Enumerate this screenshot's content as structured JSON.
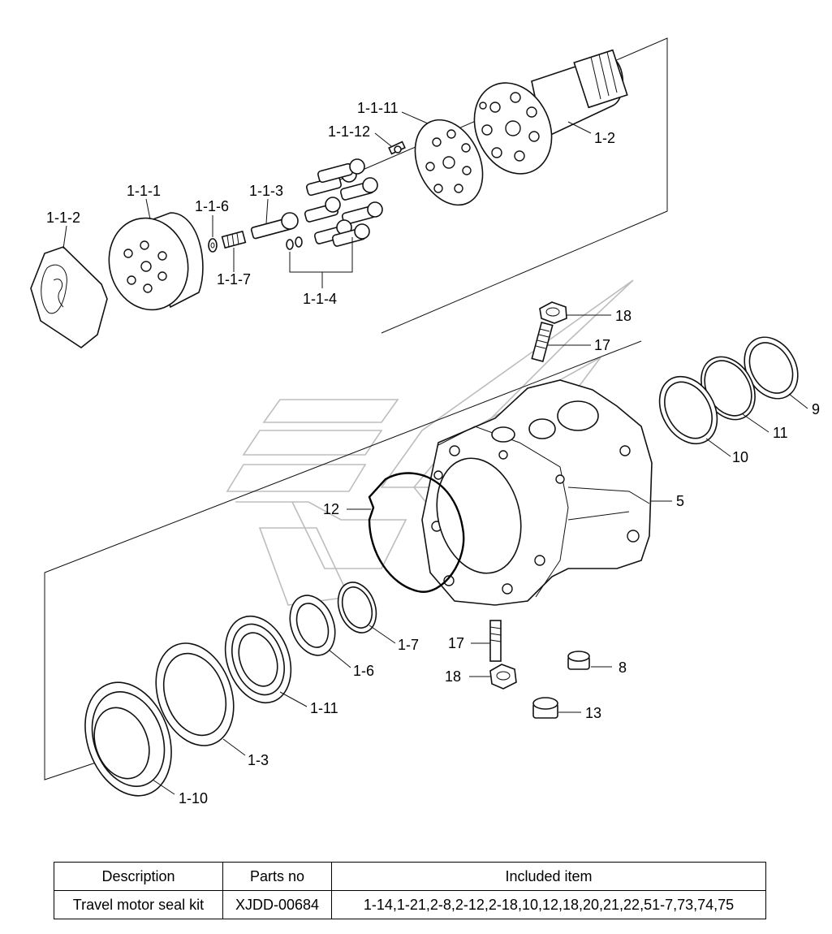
{
  "labels": {
    "p1_1_11": "1-1-11",
    "p1_1_12": "1-1-12",
    "p1_2": "1-2",
    "p1_1_1": "1-1-1",
    "p1_1_6": "1-1-6",
    "p1_1_3": "1-1-3",
    "p1_1_2": "1-1-2",
    "p1_1_7": "1-1-7",
    "p1_1_4": "1-1-4",
    "p18_top": "18",
    "p17_top": "17",
    "p9": "9",
    "p11": "11",
    "p10": "10",
    "p5": "5",
    "p12": "12",
    "p1_7": "1-7",
    "p17_bot": "17",
    "p8": "8",
    "p1_6": "1-6",
    "p18_bot": "18",
    "p1_11": "1-11",
    "p13": "13",
    "p1_3": "1-3",
    "p1_10": "1-10"
  },
  "table": {
    "headers": {
      "description": "Description",
      "parts_no": "Parts no",
      "included": "Included item"
    },
    "row": {
      "description": "Travel motor seal kit",
      "parts_no": "XJDD-00684",
      "included": "1-14,1-21,2-8,2-12,2-18,10,12,18,20,21,22,51-7,73,74,75"
    }
  }
}
